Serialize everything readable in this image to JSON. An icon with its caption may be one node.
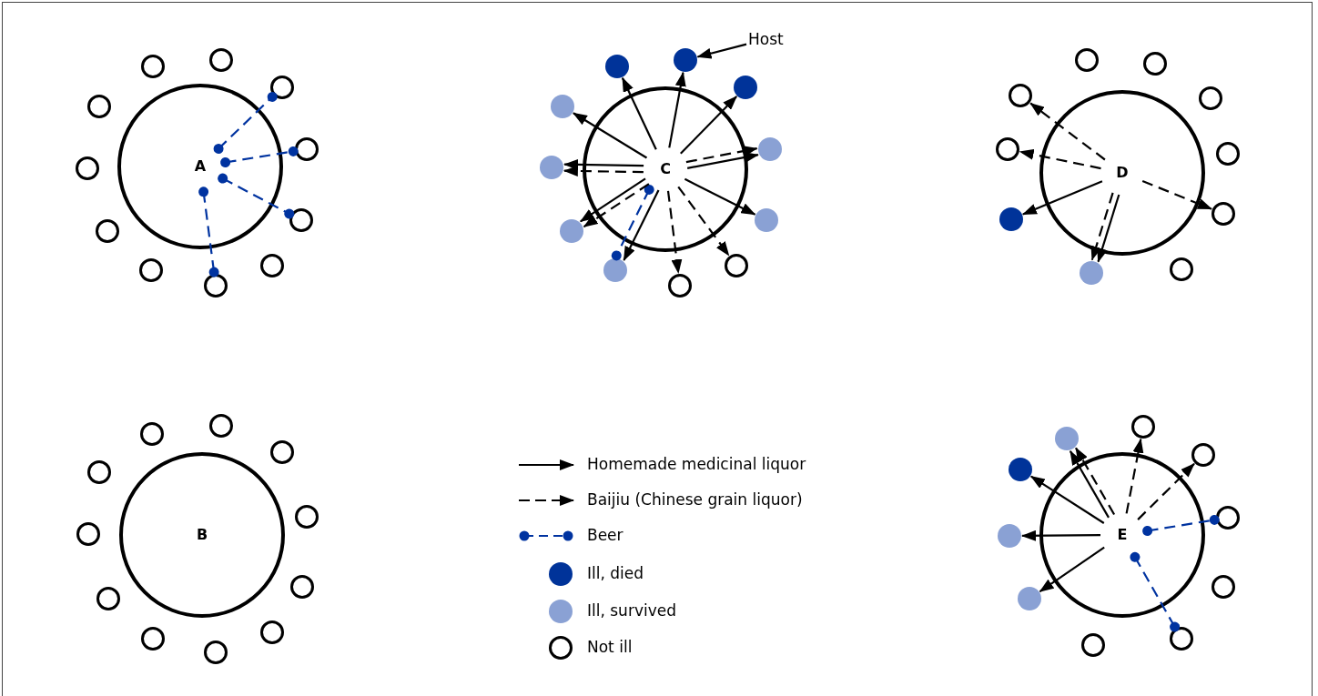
{
  "diagram": {
    "nodes": [
      {
        "text": [
          "A"
        ]
      },
      {
        "text": [],
        "shape": "circle"
      },
      {
        "text": [],
        "shape": "circle"
      },
      {
        "text": [],
        "shape": "circle"
      },
      {
        "text": [],
        "shape": "circle"
      },
      {
        "text": [],
        "shape": "circle"
      },
      {
        "text": [],
        "shape": "circle"
      },
      {
        "text": [],
        "shape": "circle"
      },
      {
        "text": [],
        "shape": "circle"
      },
      {
        "text": [],
        "shape": "circle"
      },
      {
        "text": [],
        "shape": "circle"
      },
      {
        "text": [],
        "shape": "circle"
      },
      {
        "text": [
          "C"
        ]
      },
      {
        "text": [
          "Host"
        ]
      },
      {
        "text": [],
        "shape": "circle"
      },
      {
        "text": [],
        "shape": "circle"
      },
      {
        "text": [],
        "shape": "circle"
      },
      {
        "text": [],
        "shape": "circle"
      },
      {
        "text": [],
        "shape": "circle"
      },
      {
        "text": [],
        "shape": "circle"
      },
      {
        "text": [],
        "shape": "circle"
      },
      {
        "text": [],
        "shape": "circle"
      },
      {
        "text": [],
        "shape": "circle"
      },
      {
        "text": [],
        "shape": "circle"
      },
      {
        "text": [],
        "shape": "circle"
      },
      {
        "text": [
          "D"
        ]
      },
      {
        "text": [],
        "shape": "circle"
      },
      {
        "text": [],
        "shape": "circle"
      },
      {
        "text": [],
        "shape": "circle"
      },
      {
        "text": [],
        "shape": "circle"
      },
      {
        "text": [],
        "shape": "circle"
      },
      {
        "text": [],
        "shape": "circle"
      },
      {
        "text": [],
        "shape": "circle"
      },
      {
        "text": [],
        "shape": "circle"
      },
      {
        "text": [],
        "shape": "circle"
      },
      {
        "text": [],
        "shape": "circle"
      },
      {
        "text": [
          "B"
        ]
      },
      {
        "text": [],
        "shape": "circle"
      },
      {
        "text": [],
        "shape": "circle"
      },
      {
        "text": [],
        "shape": "circle"
      },
      {
        "text": [],
        "shape": "circle"
      },
      {
        "text": [],
        "shape": "circle"
      },
      {
        "text": [],
        "shape": "circle"
      },
      {
        "text": [],
        "shape": "circle"
      },
      {
        "text": [],
        "shape": "circle"
      },
      {
        "text": [],
        "shape": "circle"
      },
      {
        "text": [],
        "shape": "circle"
      },
      {
        "text": [],
        "shape": "circle"
      },
      {
        "text": [
          "E"
        ]
      },
      {
        "text": [],
        "shape": "circle"
      },
      {
        "text": [],
        "shape": "circle"
      },
      {
        "text": [],
        "shape": "circle"
      },
      {
        "text": [],
        "shape": "circle"
      },
      {
        "text": [],
        "shape": "circle"
      },
      {
        "text": [],
        "shape": "circle"
      },
      {
        "text": [],
        "shape": "circle"
      },
      {
        "text": [],
        "shape": "circle"
      },
      {
        "text": [],
        "shape": "circle"
      },
      {
        "text": [],
        "shape": "circle"
      }
    ],
    "edges": [
      {
        "from": 0,
        "to": 3,
        "arrow": "other",
        "style": "dashed",
        "color": "#0033a0"
      },
      {
        "from": 0,
        "to": 4,
        "arrow": "other",
        "style": "dashed",
        "color": "#0033a0"
      },
      {
        "from": 0,
        "to": 5,
        "arrow": "other",
        "style": "dashed",
        "color": "#0033a0"
      },
      {
        "from": 0,
        "to": 7,
        "arrow": "other",
        "style": "dashed",
        "color": "#0033a0"
      },
      {
        "from": 13,
        "to": 15,
        "arrow": "to"
      },
      {
        "from": 12,
        "to": 14,
        "arrow": "to"
      },
      {
        "from": 12,
        "to": 15,
        "arrow": "to"
      },
      {
        "from": 12,
        "to": 16,
        "arrow": "to"
      },
      {
        "from": 12,
        "to": 17,
        "arrow": "to",
        "style": "dashed"
      },
      {
        "from": 12,
        "to": 17,
        "arrow": "to"
      },
      {
        "from": 12,
        "to": 18,
        "arrow": "to"
      },
      {
        "from": 12,
        "to": 19,
        "arrow": "to",
        "style": "dashed"
      },
      {
        "from": 12,
        "to": 20,
        "arrow": "to",
        "style": "dashed"
      },
      {
        "from": 12,
        "to": 21,
        "arrow": "to"
      },
      {
        "from": 12,
        "to": 21,
        "arrow": "other",
        "style": "dashed",
        "color": "#0033a0"
      },
      {
        "from": 12,
        "to": 22,
        "arrow": "to",
        "style": "dashed"
      },
      {
        "from": 12,
        "to": 22,
        "arrow": "to"
      },
      {
        "from": 12,
        "to": 23,
        "arrow": "to",
        "style": "dashed"
      },
      {
        "from": 12,
        "to": 23,
        "arrow": "to"
      },
      {
        "from": 12,
        "to": 24,
        "arrow": "to"
      },
      {
        "from": 25,
        "to": 35,
        "arrow": "to",
        "style": "dashed"
      },
      {
        "from": 25,
        "to": 34,
        "arrow": "to",
        "style": "dashed"
      },
      {
        "from": 25,
        "to": 33,
        "arrow": "to"
      },
      {
        "from": 25,
        "to": 32,
        "arrow": "to"
      },
      {
        "from": 25,
        "to": 32,
        "arrow": "to",
        "style": "dashed"
      },
      {
        "from": 25,
        "to": 30,
        "arrow": "to",
        "style": "dashed"
      },
      {
        "from": 48,
        "to": 49,
        "arrow": "to"
      },
      {
        "from": 48,
        "to": 49,
        "arrow": "to",
        "style": "dashed"
      },
      {
        "from": 48,
        "to": 50,
        "arrow": "to",
        "style": "dashed"
      },
      {
        "from": 48,
        "to": 51,
        "arrow": "to",
        "style": "dashed"
      },
      {
        "from": 48,
        "to": 52,
        "arrow": "other",
        "style": "dashed",
        "color": "#0033a0"
      },
      {
        "from": 48,
        "to": 54,
        "arrow": "other",
        "style": "dashed",
        "color": "#0033a0"
      },
      {
        "from": 48,
        "to": 58,
        "arrow": "to"
      },
      {
        "from": 48,
        "to": 57,
        "arrow": "to"
      },
      {
        "from": 48,
        "to": 56,
        "arrow": "to"
      }
    ],
    "legend": [
      {
        "text": "Homemade medicinal liquor"
      },
      {
        "text": "Baijiu (Chinese grain liquor)"
      },
      {
        "text": "Beer"
      },
      {
        "text": "Ill, died",
        "color": "#003399"
      },
      {
        "text": "Ill, survived",
        "color": "#8aa1d4"
      },
      {
        "text": "Not ill"
      }
    ]
  }
}
